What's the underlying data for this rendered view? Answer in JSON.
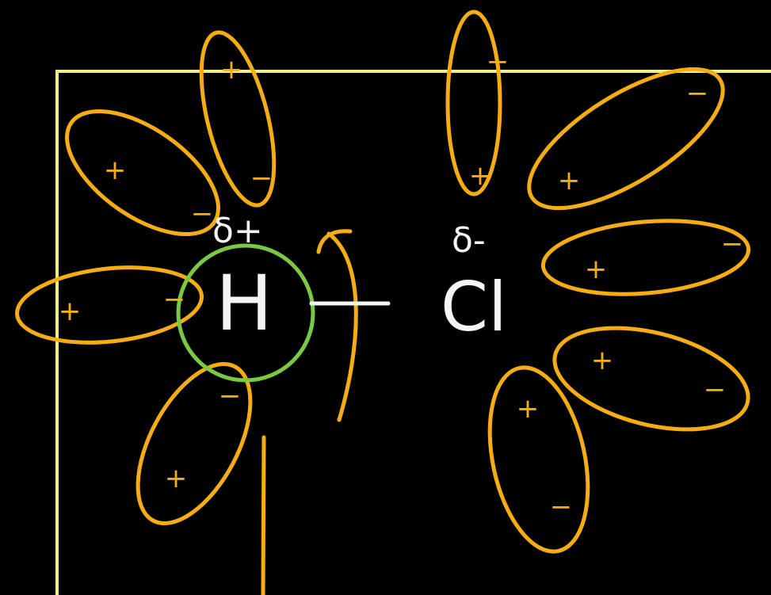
{
  "atoms": {
    "hydrogen": "H",
    "chlorine": "Cl",
    "bond": "—"
  },
  "partial_charges": {
    "hydrogen": "δ+",
    "chlorine": "δ-"
  },
  "dipoles": {
    "positive_sign": "+",
    "negative_sign": "−"
  },
  "colors": {
    "background": "#000000",
    "frame": "#f0ec86",
    "dipole": "#f6ad14",
    "hydrogen_circle": "#7ac943",
    "text": "#f4f4f4"
  }
}
